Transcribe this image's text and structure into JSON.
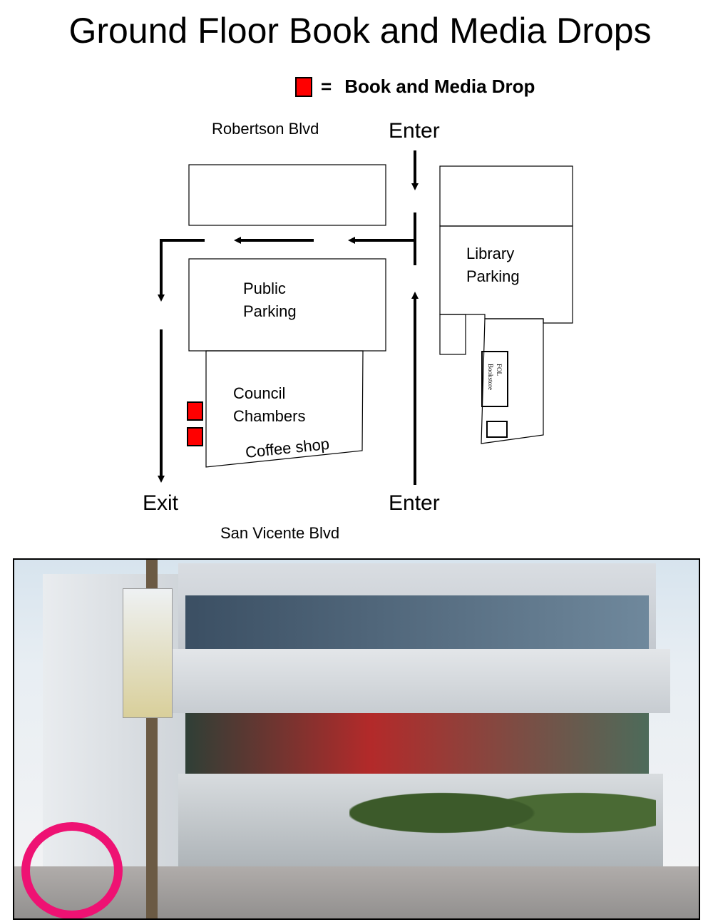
{
  "title": "Ground Floor Book and Media Drops",
  "legend": {
    "symbol_color": "#ff0000",
    "equals": "=",
    "label": "Book and Media Drop"
  },
  "map": {
    "streets": {
      "top": "Robertson Blvd",
      "bottom": "San Vicente Blvd"
    },
    "entrances": {
      "top": "Enter",
      "bottom": "Enter"
    },
    "exit": "Exit",
    "areas": {
      "public_parking": [
        "Public",
        "Parking"
      ],
      "library_parking": [
        "Library",
        "Parking"
      ],
      "council_chambers": [
        "Council",
        "Chambers"
      ],
      "coffee_shop": "Coffee shop",
      "bookstore": [
        "FOL",
        "Bookstore"
      ]
    },
    "drop_count": 2
  },
  "photo": {
    "highlight_color": "#ee1273"
  }
}
